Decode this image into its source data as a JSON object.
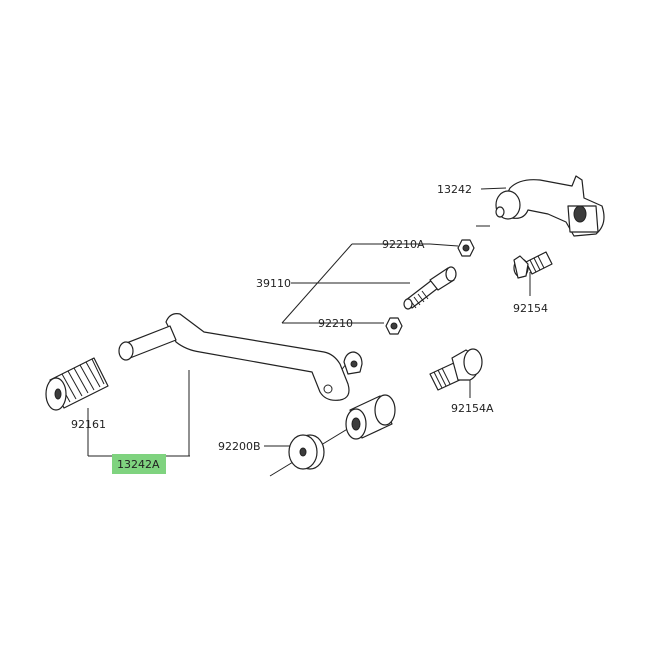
{
  "diagram": {
    "highlight_color": "#7fd37f",
    "labels": {
      "l13242": "13242",
      "l92210A": "92210A",
      "l39110": "39110",
      "l92210": "92210",
      "l92154": "92154",
      "l92154A": "92154A",
      "l92161": "92161",
      "l92200B": "92200B",
      "l13242A": "13242A"
    }
  }
}
